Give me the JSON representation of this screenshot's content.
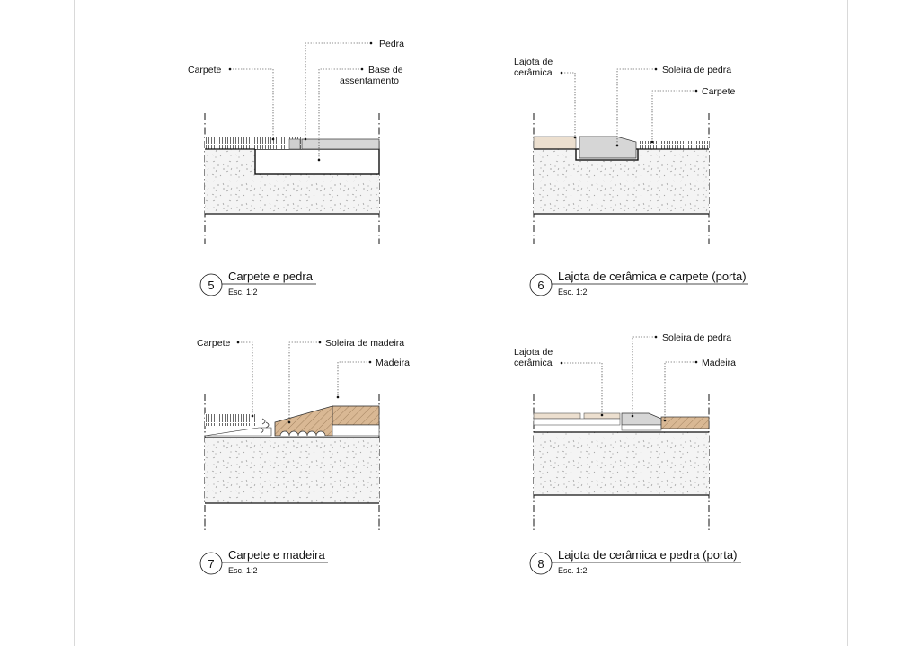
{
  "details": [
    {
      "number": "5",
      "title": "Carpete e pedra",
      "scale": "Esc. 1:2",
      "labels": {
        "pedra": "Pedra",
        "carpete": "Carpete",
        "base_line1": "Base de",
        "base_line2": "assentamento"
      }
    },
    {
      "number": "6",
      "title": "Lajota de cerâmica e carpete (porta)",
      "scale": "Esc. 1:2",
      "labels": {
        "lajota_line1": "Lajota de",
        "lajota_line2": "cerâmica",
        "soleira": "Soleira de pedra",
        "carpete": "Carpete"
      }
    },
    {
      "number": "7",
      "title": "Carpete e madeira",
      "scale": "Esc. 1:2",
      "labels": {
        "carpete": "Carpete",
        "soleira": "Soleira de madeira",
        "madeira": "Madeira"
      }
    },
    {
      "number": "8",
      "title": "Lajota de cerâmica e pedra (porta)",
      "scale": "Esc. 1:2",
      "labels": {
        "lajota_line1": "Lajota de",
        "lajota_line2": "cerâmica",
        "soleira": "Soleira de pedra",
        "madeira": "Madeira"
      }
    }
  ],
  "colors": {
    "concrete": "#f4f4f4",
    "stone": "#d6d6d6",
    "ceramic": "#ecdfcf",
    "wood": "#d9b894",
    "line": "#111111"
  }
}
